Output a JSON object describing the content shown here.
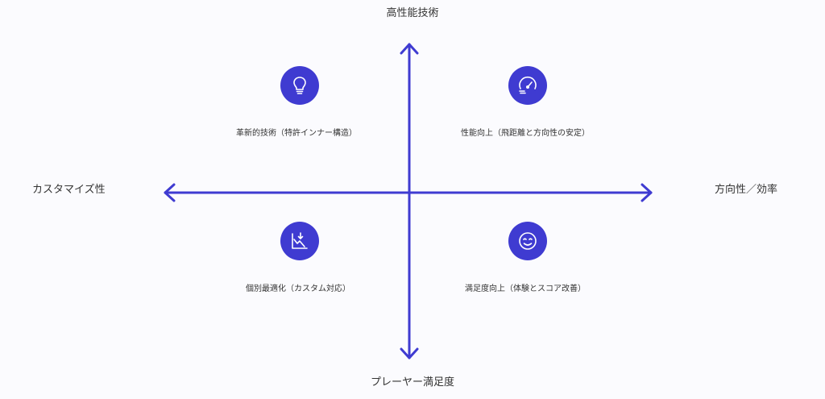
{
  "axes": {
    "top": "高性能技術",
    "bottom": "プレーヤー満足度",
    "left": "カスタマイズ性",
    "right": "方向性／効率"
  },
  "quadrants": {
    "top_left": {
      "label": "革新的技術（特許インナー構造）",
      "icon": "lightbulb-icon"
    },
    "top_right": {
      "label": "性能向上（飛距離と方向性の安定）",
      "icon": "speedometer-icon"
    },
    "bottom_left": {
      "label": "個別最適化（カスタム対応）",
      "icon": "trend-down-icon"
    },
    "bottom_right": {
      "label": "満足度向上（体験とスコア改善）",
      "icon": "smiley-icon"
    }
  },
  "colors": {
    "accent": "#3f3bd1",
    "background": "#fbfbfe",
    "text": "#333333"
  }
}
